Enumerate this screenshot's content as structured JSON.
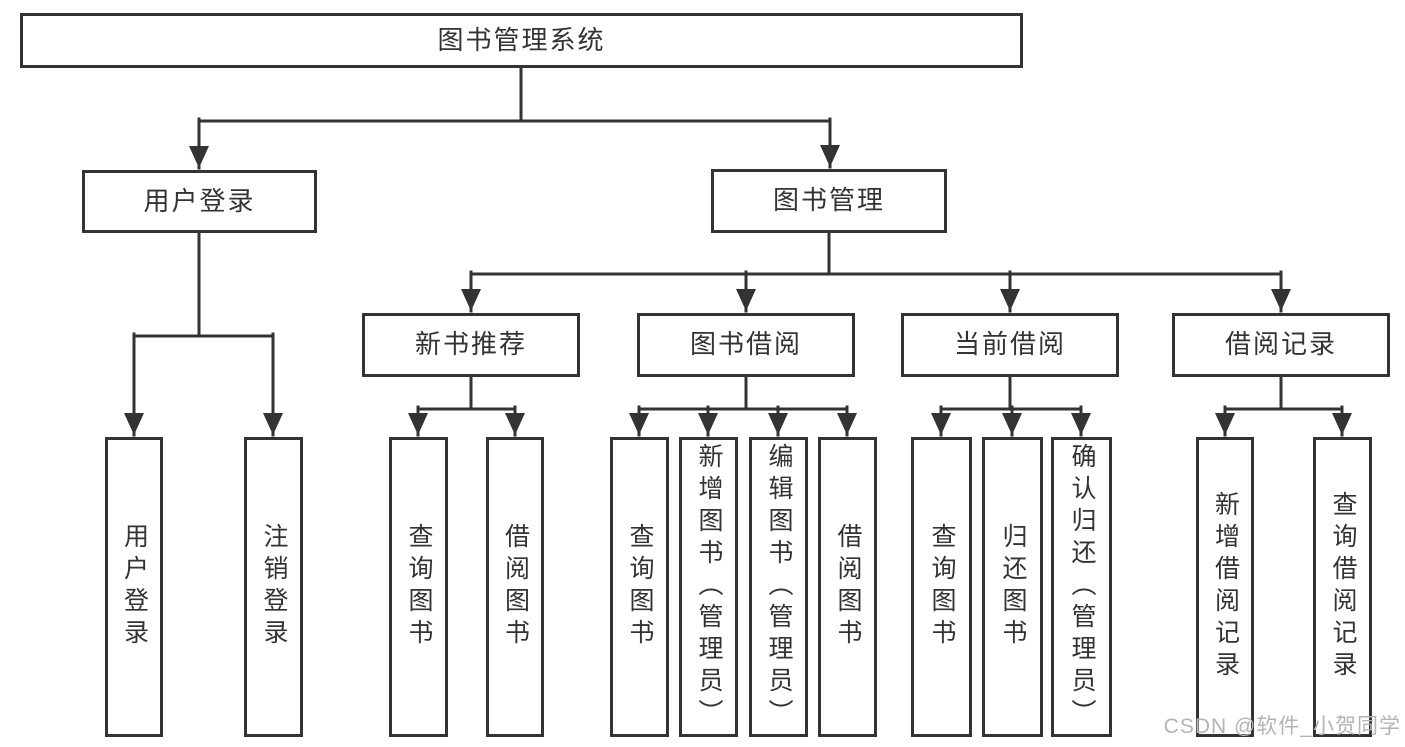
{
  "diagram": {
    "type": "tree",
    "title": "图书管理系统",
    "nodes": [
      {
        "id": "root",
        "label": "图书管理系统",
        "parent": null
      },
      {
        "id": "user-login",
        "label": "用户登录",
        "parent": "root"
      },
      {
        "id": "book-management",
        "label": "图书管理",
        "parent": "root"
      },
      {
        "id": "ul-login",
        "label": "用户登录",
        "parent": "user-login"
      },
      {
        "id": "ul-logout",
        "label": "注销登录",
        "parent": "user-login"
      },
      {
        "id": "new-book-recommend",
        "label": "新书推荐",
        "parent": "book-management"
      },
      {
        "id": "book-borrowing",
        "label": "图书借阅",
        "parent": "book-management"
      },
      {
        "id": "current-borrowing",
        "label": "当前借阅",
        "parent": "book-management"
      },
      {
        "id": "borrowing-records",
        "label": "借阅记录",
        "parent": "book-management"
      },
      {
        "id": "nbr-query-book",
        "label": "查询图书",
        "parent": "new-book-recommend"
      },
      {
        "id": "nbr-borrow-book",
        "label": "借阅图书",
        "parent": "new-book-recommend"
      },
      {
        "id": "bb-query-book",
        "label": "查询图书",
        "parent": "book-borrowing"
      },
      {
        "id": "bb-add-book",
        "label": "新增图书（管理员）",
        "parent": "book-borrowing"
      },
      {
        "id": "bb-edit-book",
        "label": "编辑图书（管理员）",
        "parent": "book-borrowing"
      },
      {
        "id": "bb-borrow-book",
        "label": "借阅图书",
        "parent": "book-borrowing"
      },
      {
        "id": "cb-query-book",
        "label": "查询图书",
        "parent": "current-borrowing"
      },
      {
        "id": "cb-return-book",
        "label": "归还图书",
        "parent": "current-borrowing"
      },
      {
        "id": "cb-confirm-return",
        "label": "确认归还（管理员）",
        "parent": "current-borrowing"
      },
      {
        "id": "br-add-record",
        "label": "新增借阅记录",
        "parent": "borrowing-records"
      },
      {
        "id": "br-query-record",
        "label": "查询借阅记录",
        "parent": "borrowing-records"
      }
    ]
  },
  "watermark": {
    "text": "CSDN @软件_小贺同学"
  },
  "colors": {
    "line": "#333333",
    "box_border": "#333333",
    "box_bg": "#ffffff",
    "text": "#333333",
    "watermark": "#b4b4b8"
  }
}
